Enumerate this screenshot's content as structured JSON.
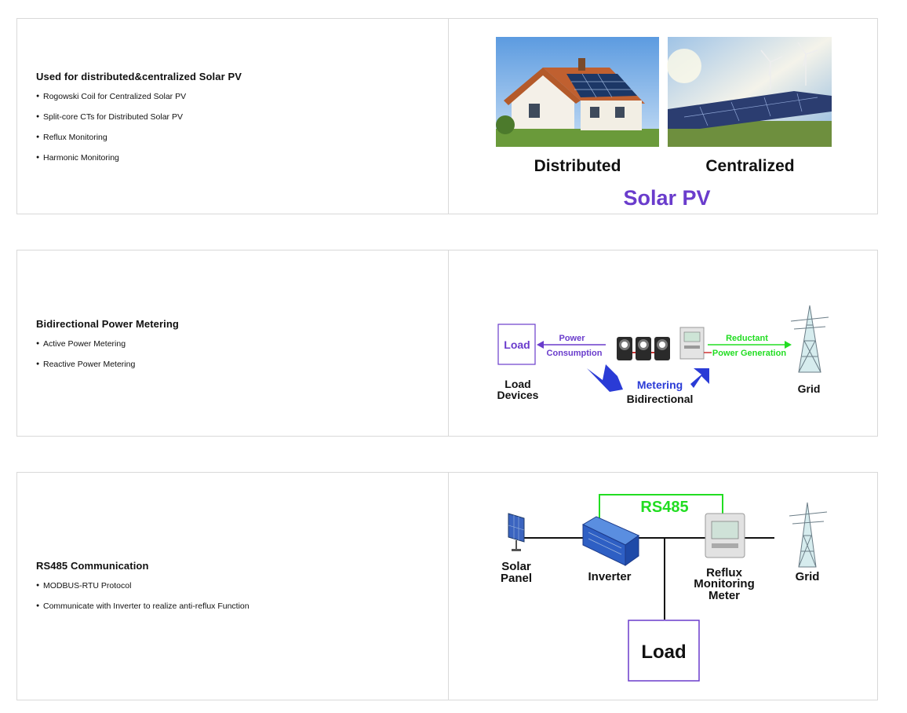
{
  "sections": [
    {
      "title": "Used for distributed&centralized Solar PV",
      "bullets": [
        "Rogowski Coil for Centralized Solar PV",
        "Split-core CTs for Distributed Solar PV",
        "Reflux Monitoring",
        "Harmonic Monitoring"
      ],
      "figure": {
        "label_left": "Distributed",
        "label_right": "Centralized",
        "caption": "Solar PV"
      }
    },
    {
      "title": "Bidirectional Power Metering",
      "bullets": [
        "Active Power Metering",
        "Reactive Power Metering"
      ],
      "figure": {
        "load_box": "Load",
        "power_consumption_1": "Power",
        "power_consumption_2": "Consumption",
        "reductant_1": "Reductant",
        "reductant_2": "Power Generation",
        "load_devices_1": "Load",
        "load_devices_2": "Devices",
        "metering": "Metering",
        "bidirectional": "Bidirectional",
        "grid": "Grid"
      }
    },
    {
      "title": "RS485 Communication",
      "bullets": [
        "MODBUS-RTU Protocol",
        "Communicate with Inverter to realize anti-reflux Function"
      ],
      "figure": {
        "rs485": "RS485",
        "solar_1": "Solar",
        "solar_2": "Panel",
        "inverter": "Inverter",
        "meter_1": "Reflux",
        "meter_2": "Monitoring",
        "meter_3": "Meter",
        "grid": "Grid",
        "load": "Load"
      }
    }
  ],
  "colors": {
    "purple": "#6a3ccc",
    "blue_arrow": "#2a3bd6",
    "green": "#22dd22",
    "border": "#d9d9d9"
  }
}
